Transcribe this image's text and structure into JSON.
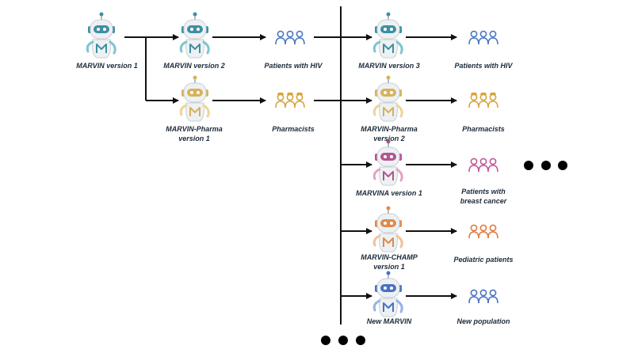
{
  "colors": {
    "arrow": "#111111",
    "teal": "#3f8fa3",
    "teal_light": "#7fc4d3",
    "gold": "#d7b25a",
    "gold_light": "#ecd597",
    "pink": "#b4558f",
    "pink_light": "#e3a3c8",
    "orange": "#e08a4f",
    "orange_light": "#f1c29b",
    "blue": "#4a72c1",
    "blue_light": "#98b3e6",
    "text": "#1c2b3a"
  },
  "labels": {
    "marvin_v1": "MARVIN version 1",
    "marvin_v2": "MARVIN version 2",
    "hiv_1": "Patients with HIV",
    "marvin_pharma_v1": "MARVIN-Pharma version 1",
    "pharmacists_1": "Pharmacists",
    "marvin_v3": "MARVIN version 3",
    "hiv_2": "Patients with HIV",
    "marvin_pharma_v2": "MARVIN-Pharma version 2",
    "pharmacists_2": "Pharmacists",
    "marvina_v1": "MARVINA version 1",
    "breast_cancer": "Patients with breast cancer",
    "marvin_champ_v1": "MARVIN-CHAMP version 1",
    "pediatric": "Pediatric patients",
    "new_marvin": "New MARVIN",
    "new_population": "New population"
  },
  "robot_icon_names": {
    "marvin_v1": "robot-teal-icon",
    "marvin_v2": "robot-teal-icon",
    "marvin_pharma_v1": "robot-gold-icon",
    "marvin_v3": "robot-teal-icon",
    "marvin_pharma_v2": "robot-gold-icon",
    "marvina_v1": "robot-pink-icon",
    "marvin_champ_v1": "robot-orange-icon",
    "new_marvin": "robot-blue-icon"
  },
  "group_icon_names": {
    "hiv_1": "people-group-icon",
    "pharmacists_1": "pharmacists-group-icon",
    "hiv_2": "people-group-icon",
    "pharmacists_2": "pharmacists-group-icon",
    "breast_cancer": "people-group-icon",
    "pediatric": "people-group-icon",
    "new_population": "people-group-icon"
  },
  "continuation_icon": "ellipsis-dots-icon"
}
